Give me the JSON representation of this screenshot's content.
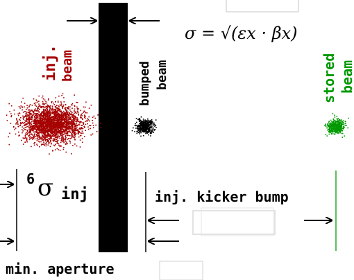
{
  "labels": {
    "injected_beam": [
      "inj.",
      "beam"
    ],
    "bumped_beam": [
      "bumped",
      "beam"
    ],
    "stored_beam": [
      "stored",
      "beam"
    ],
    "sigma_formula": "σ = √(εx · βx)",
    "six_sigma": "6",
    "sigma_symbol": "σ",
    "sigma_subscript": "inj",
    "kicker_bump": "inj. kicker bump",
    "min_aperture": "min. aperture"
  },
  "colors": {
    "injected_beam": "#a60000",
    "bumped_beam": "#000000",
    "stored_beam": "#009900",
    "septum": "#000000",
    "lines": "#000000",
    "stored_line": "#22aa22"
  }
}
